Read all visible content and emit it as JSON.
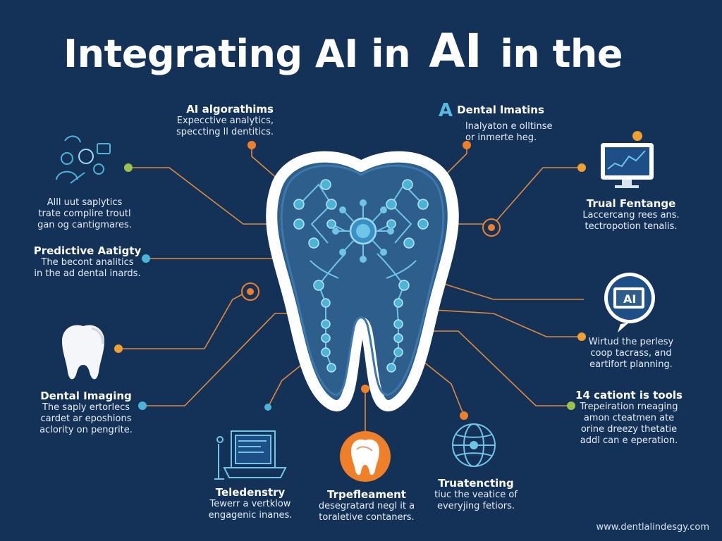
{
  "title": {
    "part1": "Integrating AI in",
    "part2": "AI",
    "part3": "in  the"
  },
  "labels": {
    "top_center": {
      "heading": "AI algorathims",
      "line1": "Expecctive analytics,",
      "line2": "speccting ll dentitics."
    },
    "top_right": {
      "badge": "A",
      "heading": "Dental lmatins",
      "line1": "lnalyaton e olltinse",
      "line2": "or inmerte heg."
    },
    "left_1": {
      "line1": "Alll uut saplytics",
      "line2": "trate complire troutl",
      "line3": "gan og cantigmares."
    },
    "left_2": {
      "heading": "Predictive Aatigty",
      "line1": "The becont analitics",
      "line2": "in the ad dental inards."
    },
    "left_3": {
      "heading": "Dental Imaging",
      "line1": "The saply ertorlecs",
      "line2": "cardet ar eposhions",
      "line3": "aclority on pengrite."
    },
    "right_1": {
      "heading": "Trual Fentange",
      "line1": "Laccercang rees ans.",
      "line2": "tectropotion tenalis."
    },
    "right_2": {
      "line1": "Wirtud the perlesy",
      "line2": "coop tacrass, and",
      "line3": "eartifort planning."
    },
    "right_3": {
      "heading": "14 cationt is tools",
      "line1": "Trepeiration rneaging",
      "line2": "amon cteatmen ate",
      "line3": "orine dreezy thetatie",
      "line4": "addl can e eperation."
    },
    "bottom_1": {
      "heading": "Teledenstry",
      "line1": "Tewerr a vertklow",
      "line2": "engagenic inanes."
    },
    "bottom_2": {
      "heading": "Trpefleament",
      "line1": "desegratard negl it a",
      "line2": "toraletive contaners."
    },
    "bottom_3": {
      "heading": "Truatencting",
      "line1": "tiuc the veatice of",
      "line2": "everyjing fetiors."
    }
  },
  "monitor_badge": "AI",
  "footer": "www.dentlalindesgy.com",
  "colors": {
    "background": "#143158",
    "tooth_fill": "#2d5e8c",
    "tooth_outline": "#ffffff",
    "connector": "#e08a3c",
    "node_orange": "#f07f2a",
    "node_blue": "#4bb4d8",
    "node_green": "#9ac24c"
  }
}
